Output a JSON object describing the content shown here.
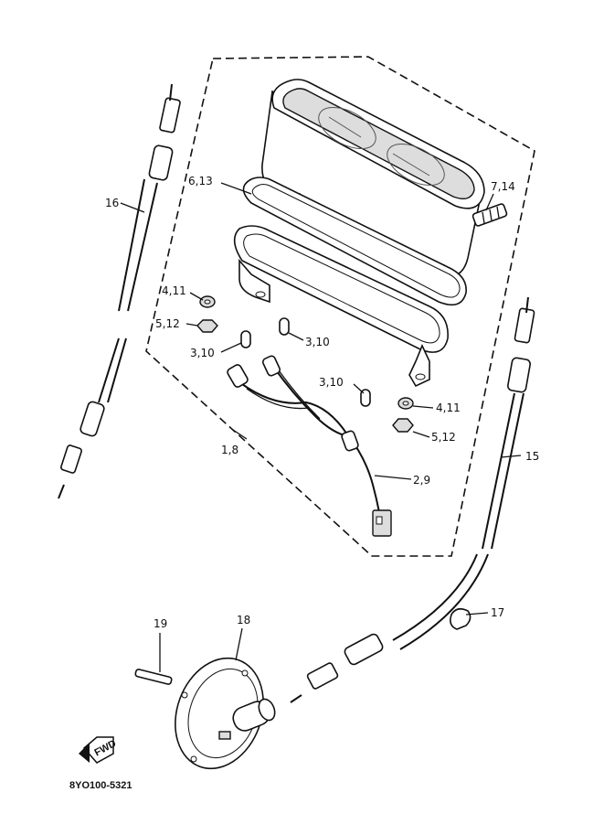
{
  "labels": {
    "l16": "16",
    "l6_13": "6,13",
    "l7_14": "7,14",
    "l4_11a": "4,11",
    "l5_12a": "5,12",
    "l3_10a": "3,10",
    "l3_10b": "3,10",
    "l3_10c": "3,10",
    "l4_11b": "4,11",
    "l5_12b": "5,12",
    "l1_8": "1,8",
    "l2_9": "2,9",
    "l15": "15",
    "l17": "17",
    "l19": "19",
    "l18": "18"
  },
  "fwd": "FWD",
  "drawing_code": "8YO100-5321"
}
